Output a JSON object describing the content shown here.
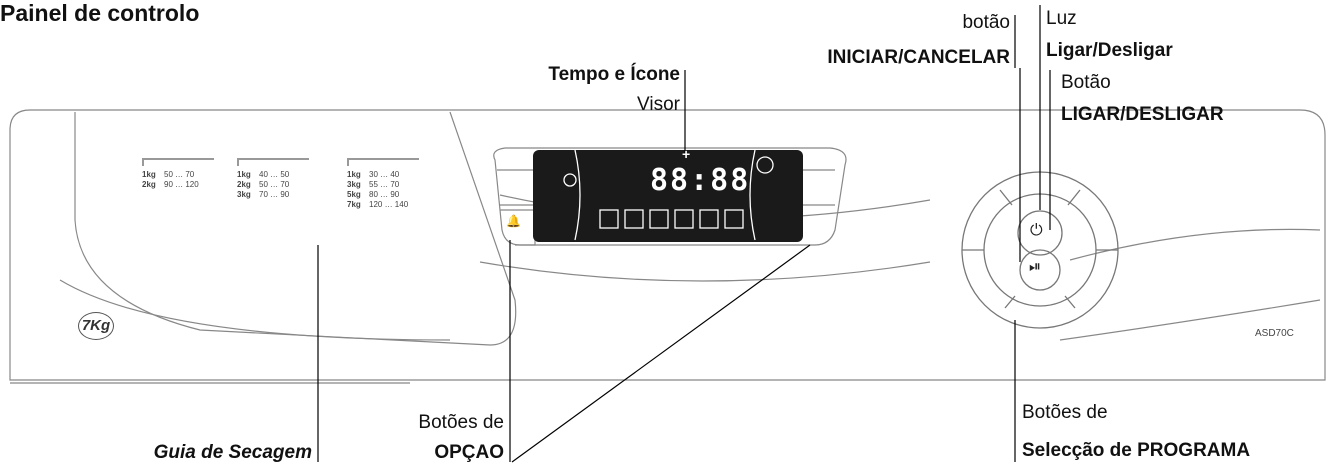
{
  "title": "Painel de controlo",
  "labels": {
    "start_line1": "botão",
    "start_line2": "INICIAR/CANCELAR",
    "light_line1": "Luz",
    "light_line2": "Ligar/Desligar",
    "power_line1": "Botão",
    "power_line2": "LIGAR/DESLIGAR",
    "display_line1": "Tempo e Ícone",
    "display_line2": "Visor",
    "drying_guide": "Guia de Secagem",
    "options_line1": "Botões de",
    "options_line2": "OPÇAO",
    "programs_line1": "Botões de",
    "programs_line2": "Selecção de PROGRAMA"
  },
  "panel": {
    "model": "ASD70C",
    "capacity_logo": "7Kg",
    "display_digits": "88:88",
    "plus_sign": "+"
  },
  "drying_guide": {
    "columns": [
      {
        "rows": [
          {
            "kg": "1kg",
            "range": "50 … 70"
          },
          {
            "kg": "2kg",
            "range": "90 … 120"
          }
        ]
      },
      {
        "rows": [
          {
            "kg": "1kg",
            "range": "40 … 50"
          },
          {
            "kg": "2kg",
            "range": "50 … 70"
          },
          {
            "kg": "3kg",
            "range": "70 … 90"
          }
        ]
      },
      {
        "rows": [
          {
            "kg": "1kg",
            "range": "30 … 40"
          },
          {
            "kg": "3kg",
            "range": "55 … 70"
          },
          {
            "kg": "5kg",
            "range": "80 … 90"
          },
          {
            "kg": "7kg",
            "range": "120 … 140"
          }
        ]
      }
    ]
  },
  "icons": {
    "start": "⏯",
    "power": "⏻",
    "bell": "🔔"
  }
}
